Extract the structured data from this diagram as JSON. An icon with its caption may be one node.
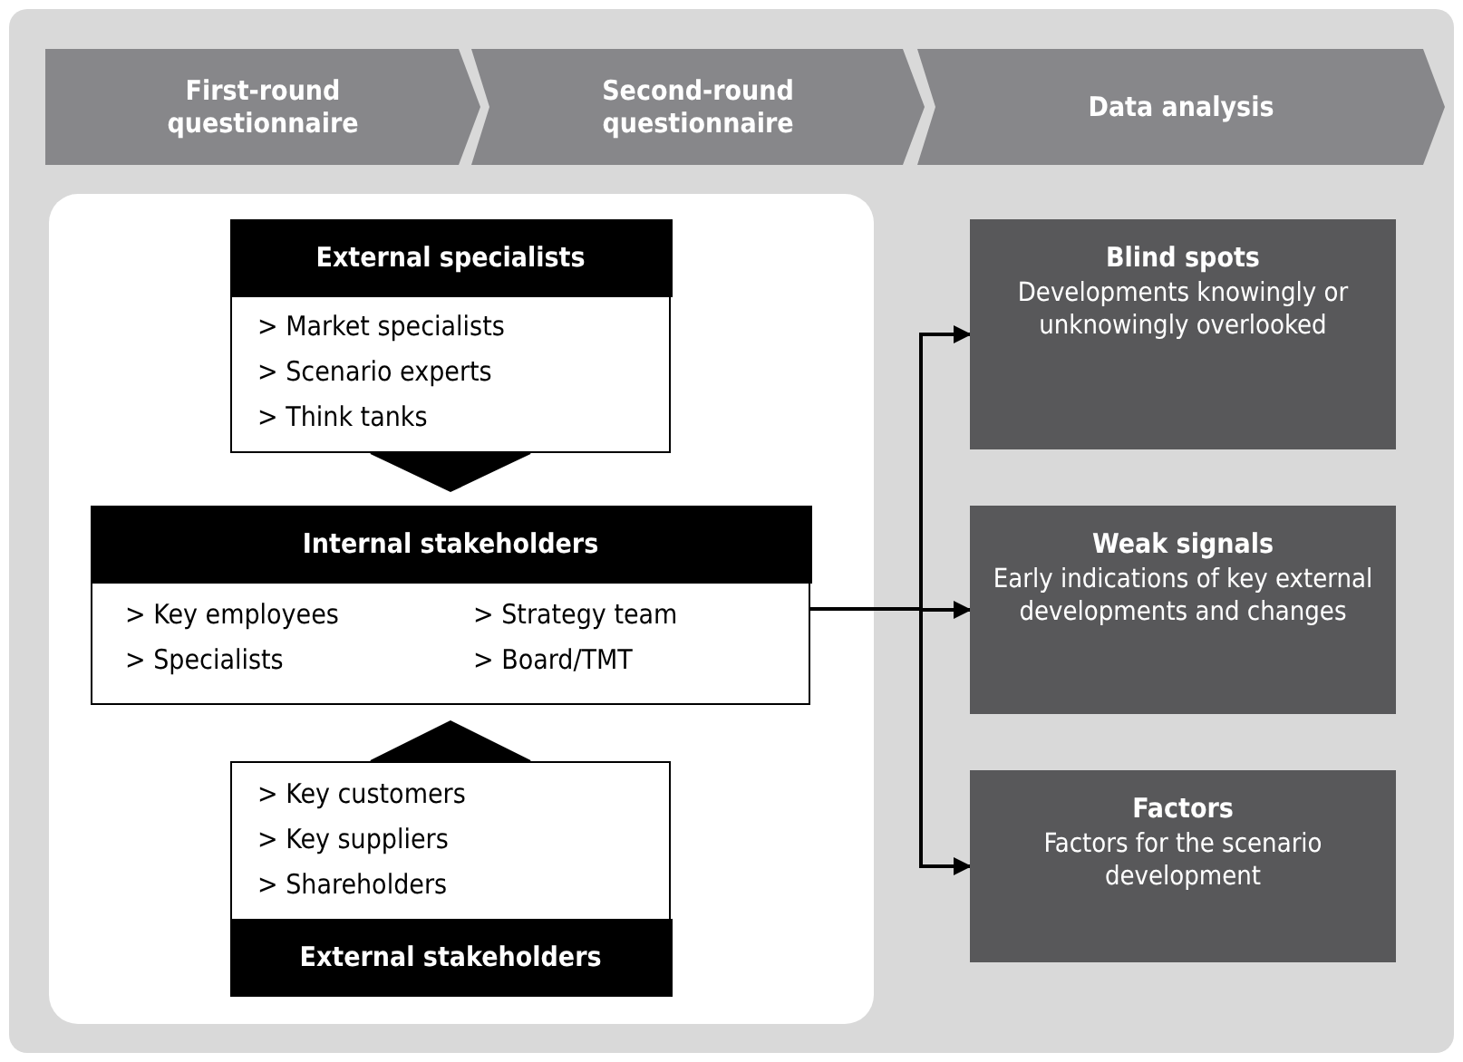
{
  "diagram": {
    "nodes": [
      {
        "text": [
          "First-round questionnaire"
        ]
      },
      {
        "text": [
          "Second-round questionnaire"
        ]
      },
      {
        "text": [
          "Data analysis"
        ]
      },
      {
        "text": [
          "External specialists",
          "> Market specialists",
          "> Scenario experts",
          "> Think tanks"
        ]
      },
      {
        "text": [
          "Internal stakeholders",
          "> Key employees",
          "> Strategy team",
          "> Specialists",
          "> Board/TMT"
        ]
      },
      {
        "text": [
          "> Key customers",
          "> Key suppliers",
          "> Shareholders",
          "External stakeholders"
        ]
      },
      {
        "text": [
          "Blind spots",
          "Developments knowingly or unknowingly overlooked"
        ]
      },
      {
        "text": [
          "Weak signals",
          "Early indications of key external developments and changes"
        ]
      },
      {
        "text": [
          "Factors",
          "Factors for the scenario development"
        ]
      }
    ],
    "edges": [
      {
        "from": 3,
        "to": 4,
        "arrow": "to",
        "style": "thick"
      },
      {
        "from": 5,
        "to": 4,
        "arrow": "to",
        "style": "thick"
      },
      {
        "from": 4,
        "to": 6,
        "arrow": "to"
      },
      {
        "from": 4,
        "to": 7,
        "arrow": "to"
      },
      {
        "from": 4,
        "to": 8,
        "arrow": "to"
      }
    ]
  }
}
